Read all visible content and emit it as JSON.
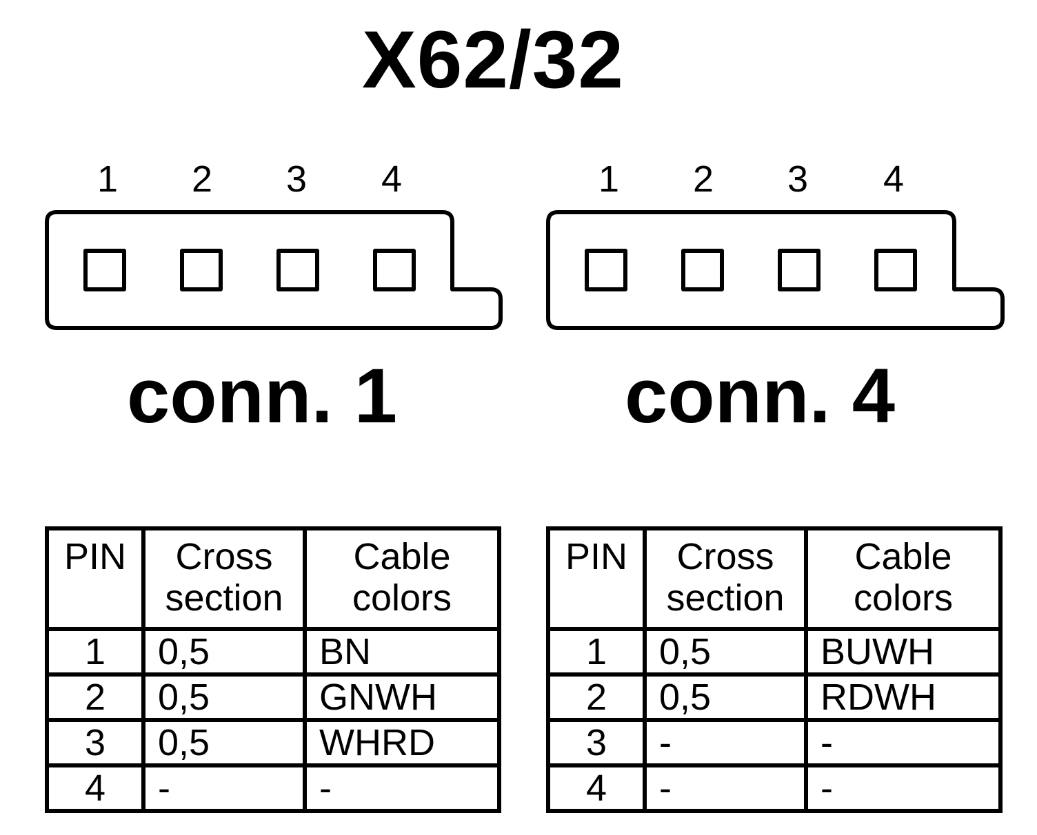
{
  "title": "X62/32",
  "connectors": [
    {
      "label": "conn. 1",
      "pins": [
        "1",
        "2",
        "3",
        "4"
      ],
      "table": {
        "headers": {
          "pin": "PIN",
          "cross_line1": "Cross",
          "cross_line2": "section",
          "cable_line1": "Cable",
          "cable_line2": "colors"
        },
        "rows": [
          {
            "pin": "1",
            "cross_section": "0,5",
            "cable_color": "BN"
          },
          {
            "pin": "2",
            "cross_section": "0,5",
            "cable_color": "GNWH"
          },
          {
            "pin": "3",
            "cross_section": "0,5",
            "cable_color": "WHRD"
          },
          {
            "pin": "4",
            "cross_section": "-",
            "cable_color": "-"
          }
        ]
      }
    },
    {
      "label": "conn. 4",
      "pins": [
        "1",
        "2",
        "3",
        "4"
      ],
      "table": {
        "headers": {
          "pin": "PIN",
          "cross_line1": "Cross",
          "cross_line2": "section",
          "cable_line1": "Cable",
          "cable_line2": "colors"
        },
        "rows": [
          {
            "pin": "1",
            "cross_section": "0,5",
            "cable_color": "BUWH"
          },
          {
            "pin": "2",
            "cross_section": "0,5",
            "cable_color": "RDWH"
          },
          {
            "pin": "3",
            "cross_section": "-",
            "cable_color": "-"
          },
          {
            "pin": "4",
            "cross_section": "-",
            "cable_color": "-"
          }
        ]
      }
    }
  ]
}
